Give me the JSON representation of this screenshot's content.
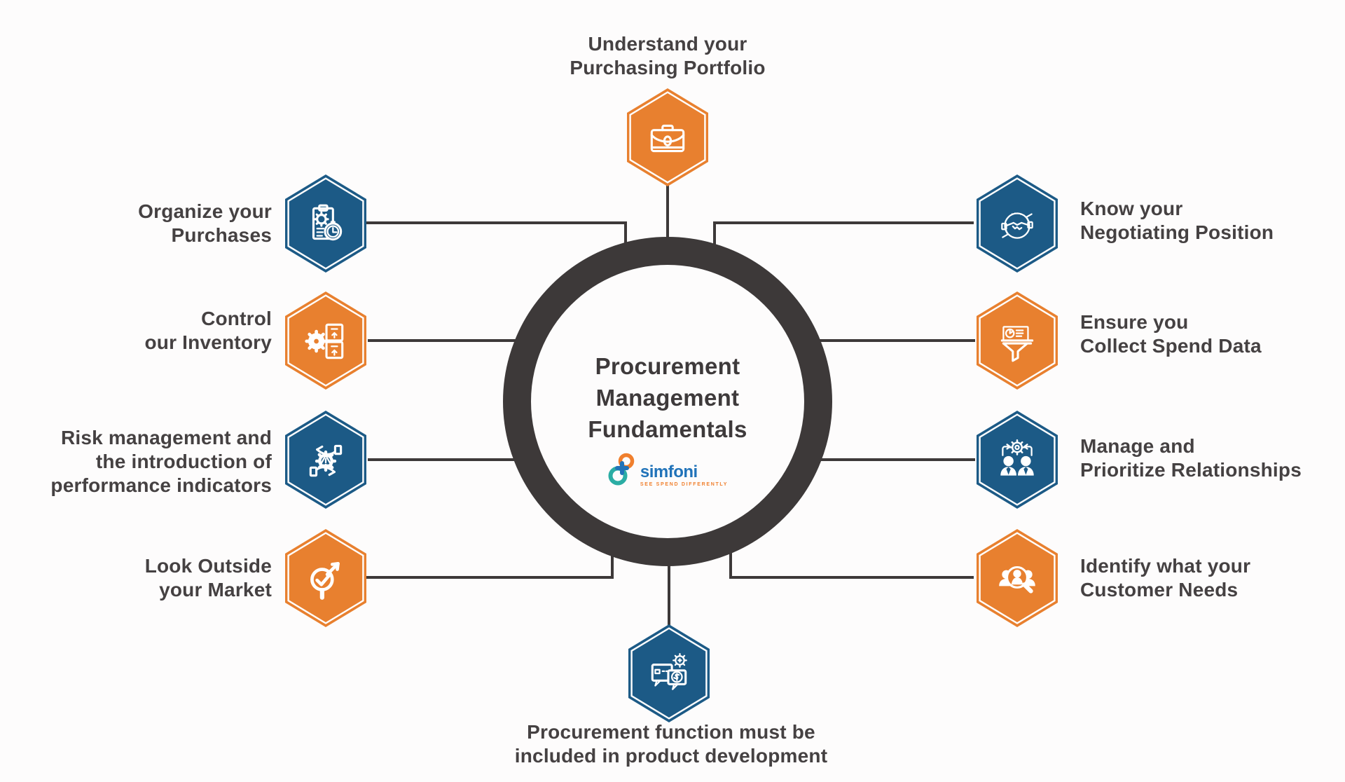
{
  "center": {
    "title": "Procurement\nManagement\nFundamentals",
    "logo": {
      "wordmark": "simfoni",
      "tagline": "SEE SPEND DIFFERENTLY"
    }
  },
  "nodes": [
    {
      "label": "Understand your\nPurchasing Portfolio",
      "icon": "briefcase-icon",
      "color": "orange",
      "position": "top"
    },
    {
      "label": "Organize your\nPurchases",
      "icon": "clipboard-gear-clock-icon",
      "color": "blue",
      "position": "left-1"
    },
    {
      "label": "Control\nour Inventory",
      "icon": "gear-inventory-boxes-icon",
      "color": "orange",
      "position": "left-2"
    },
    {
      "label": "Risk management and\nthe introduction of\nperformance indicators",
      "icon": "hands-gear-warning-icon",
      "color": "blue",
      "position": "left-3"
    },
    {
      "label": "Look Outside\nyour Market",
      "icon": "magnifier-check-growth-icon",
      "color": "orange",
      "position": "left-4"
    },
    {
      "label": "Know your\nNegotiating Position",
      "icon": "handshake-cycle-icon",
      "color": "blue",
      "position": "right-1"
    },
    {
      "label": "Ensure you\nCollect Spend Data",
      "icon": "funnel-spend-data-icon",
      "color": "orange",
      "position": "right-2"
    },
    {
      "label": "Manage and\nPrioritize Relationships",
      "icon": "people-gear-sync-icon",
      "color": "blue",
      "position": "right-3"
    },
    {
      "label": "Identify what your\nCustomer Needs",
      "icon": "people-magnifier-icon",
      "color": "orange",
      "position": "right-4"
    },
    {
      "label": "Procurement function must be\nincluded in product development",
      "icon": "chat-money-gear-icon",
      "color": "blue",
      "position": "bottom"
    }
  ],
  "colors": {
    "orange": "#E8802F",
    "blue": "#1C5A86",
    "ring": "#3D3939",
    "line": "#3D3939",
    "text": "#454142",
    "title": "#3E3A3B",
    "logo_blue": "#2173B9",
    "logo_teal": "#2BADA4",
    "logo_orange": "#F07F2D",
    "background": "#FDFCFC"
  }
}
